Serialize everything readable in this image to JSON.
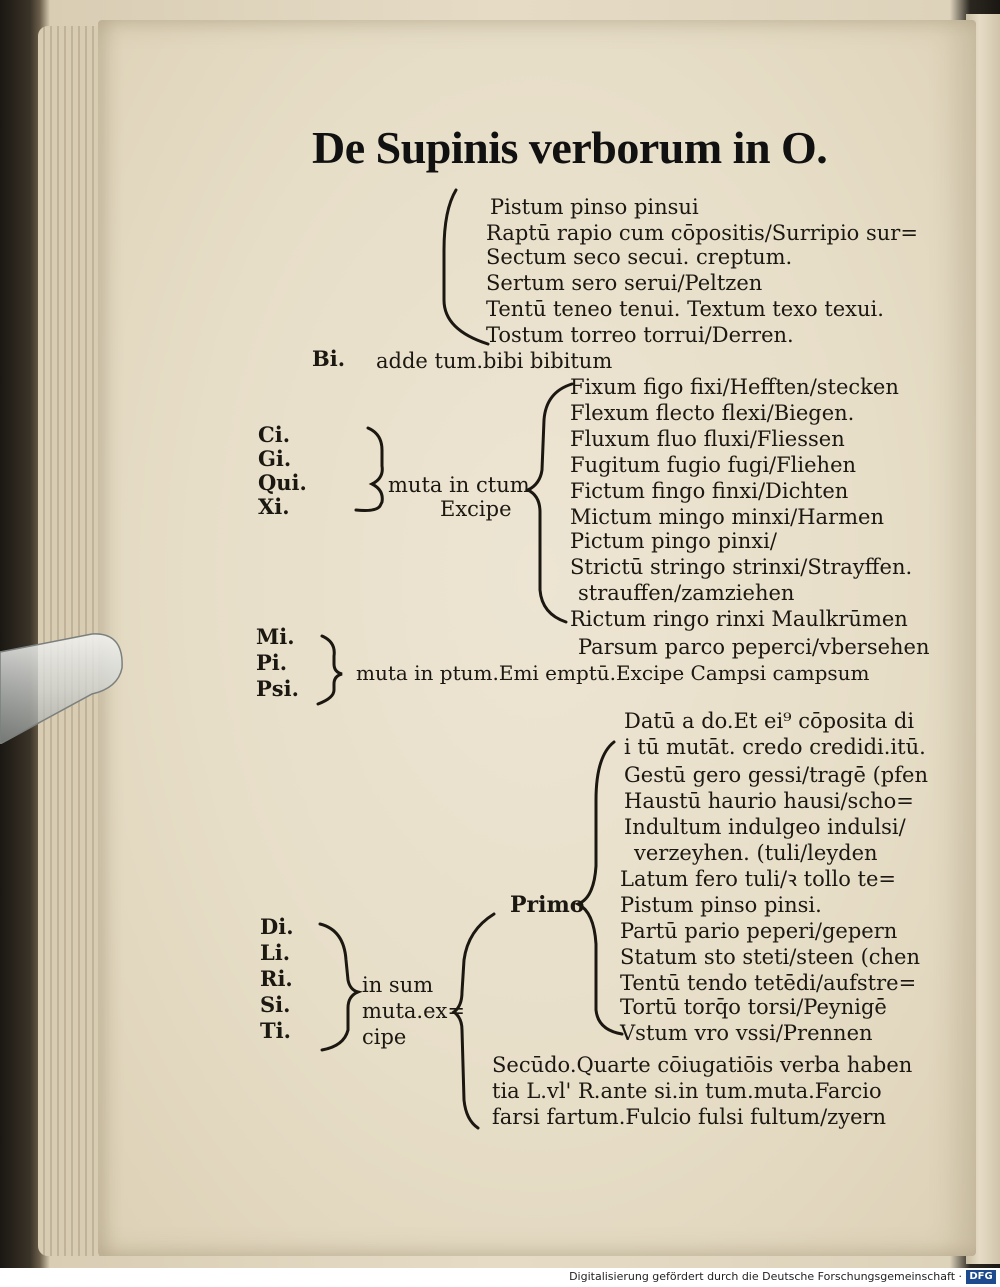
{
  "title": "De Supinis verborum in O.",
  "block1": {
    "lines": [
      "Pistum pinso pinsui",
      "Raptū rapio cum cōpositis/Surripio sur=",
      "Sectum seco secui.                creptum.",
      "Sertum sero serui/Peltzen",
      "Tentū teneo tenui.    Textum texo texui.",
      "Tostum torreo torrui/Derren."
    ]
  },
  "bi_line": {
    "label": "Bi.",
    "text": "adde tum.bibi bibitum"
  },
  "block2": {
    "side": [
      "Ci.",
      "Gi.",
      "Qui.",
      "Xi."
    ],
    "mid": [
      "muta in ctum",
      "Excipe"
    ],
    "lines": [
      "Fixum figo fixi/Hefften/stecken",
      "Flexum flecto flexi/Biegen.",
      "Fluxum fluo fluxi/Fliessen",
      "Fugitum fugio fugi/Fliehen",
      "Fictum fingo finxi/Dichten",
      "Mictum mingo minxi/Harmen",
      "Pictum pingo pinxi/",
      "Strictū stringo strinxi/Strayffen.",
      "strauffen/zamziehen",
      "Rictum ringo rinxi Maulkrūmen",
      "Parsum parco peperci/vbersehen"
    ]
  },
  "block3": {
    "side": [
      "Mi.",
      "Pi.",
      "Psi."
    ],
    "text": "muta in ptum.Emi emptū.Excipe Campsi campsum"
  },
  "block4": {
    "side": [
      "Di.",
      "Li.",
      "Ri.",
      "Si.",
      "Ti."
    ],
    "mid": [
      "in sum",
      "muta.ex=",
      "cipe"
    ],
    "primo": "Primo",
    "lines": [
      "Datū a do.Et ei⁹ cōposita di",
      "i tū mutāt. credo credidi.itū.",
      "Gestū gero gessi/tragē (pfen",
      "Haustū haurio hausi/scho=",
      "Indultum indulgeo indulsi/",
      "verzeyhen.   (tuli/leyden",
      "Latum fero tuli/ꝛ tollo te=",
      "Pistum pinso pinsi.",
      "Partū pario peperi/gepern",
      "Statum sto steti/steen  (chen",
      "Tentū tendo tetēdi/aufstre=",
      "Tortū torq̄o torsi/Peynigē",
      "Vstum vro vssi/Prennen"
    ],
    "secundo": [
      "Secūdo.Quarte cōiugatiōis verba haben",
      "tia L.vl' R.ante si.in tum.muta.Farcio",
      "farsi fartum.Fulcio fulsi fultum/zyern"
    ]
  },
  "footer": {
    "text": "Digitalisierung gefördert durch die Deutsche Forschungsgemeinschaft ·",
    "logo": "DFG"
  }
}
